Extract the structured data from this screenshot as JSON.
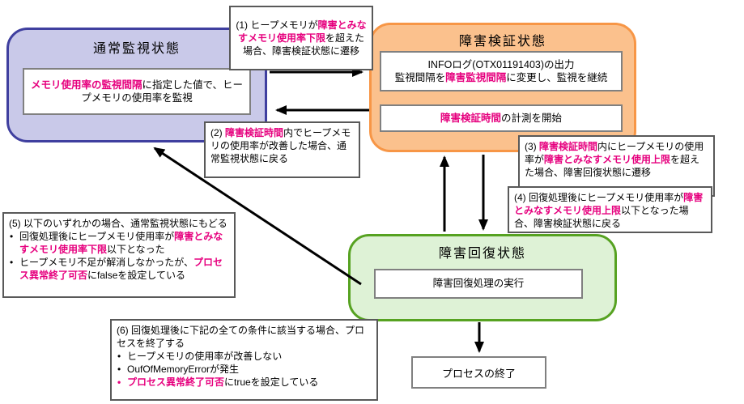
{
  "bullet_char": "•",
  "colors": {
    "highlight": "#e6007e",
    "state_normal_fill": "#c9c9e9",
    "state_normal_border": "#3f3f9f",
    "state_verify_fill": "#fbc18d",
    "state_verify_border": "#f79646",
    "state_recover_fill": "#def2d6",
    "state_recover_border": "#56a221",
    "callout_border": "#595959",
    "innerbox_border": "#808080",
    "arrow": "#000000"
  },
  "states": {
    "normal": {
      "title": "通常監視状態",
      "body": {
        "parts": [
          "メモリ使用率の監視間隔",
          "に指定した値で、ヒープメモリの使用率を監視"
        ]
      }
    },
    "verify": {
      "title": "障害検証状態",
      "box1": {
        "line1": "INFOログ(OTX01191403)の出力",
        "line2_parts": [
          "監視間隔を",
          "障害監視間隔",
          "に変更し、監視を継続"
        ]
      },
      "box2": {
        "parts": [
          "障害検証時間",
          "の計測を開始"
        ]
      }
    },
    "recover": {
      "title": "障害回復状態",
      "box": "障害回復処理の実行"
    }
  },
  "terminal": {
    "label": "プロセスの終了"
  },
  "callouts": {
    "c1": {
      "parts": [
        "(1) ヒープメモリが",
        "障害とみなすメモリ使用率下限",
        "を超えた場合、障害検証状態に遷移"
      ]
    },
    "c2": {
      "parts": [
        "(2) ",
        "障害検証時間",
        "内でヒープメモリの使用率が改善した場合、通常監視状態に戻る"
      ]
    },
    "c3": {
      "parts": [
        "(3) ",
        "障害検証時間",
        "内にヒープメモリの使用率が",
        "障害とみなすメモリ使用上限",
        "を超えた場合、障害回復状態に遷移"
      ]
    },
    "c4": {
      "parts": [
        "(4) 回復処理後にヒープメモリ使用率が",
        "障害とみなすメモリ使用上限",
        "以下となった場合、障害検証状態に戻る"
      ]
    },
    "c5": {
      "header": "(5) 以下のいずれかの場合、通常監視状態にもどる",
      "bullet1_parts": [
        "回復処理後にヒープメモリ使用率が",
        "障害とみなすメモリ使用率下限",
        "以下となった"
      ],
      "bullet2_parts": [
        "ヒープメモリ不足が解消しなかったが、",
        "プロセス異常終了可否",
        "にfalseを設定している"
      ]
    },
    "c6": {
      "header": "(6) 回復処理後に下記の全ての条件に該当する場合、プロセスを終了する",
      "bullet1": "ヒープメモリの使用率が改善しない",
      "bullet2": "OufOfMemoryErrorが発生",
      "bullet3_parts": [
        "プロセス異常終了可否",
        "にtrueを設定している"
      ]
    }
  }
}
